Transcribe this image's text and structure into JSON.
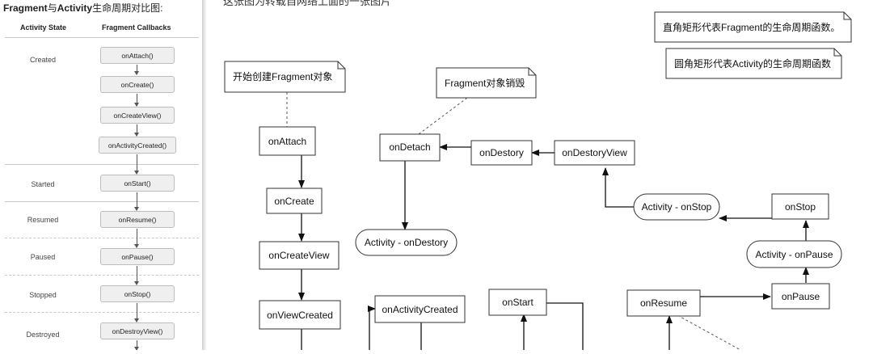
{
  "left_panel": {
    "title_en1": "Fragment",
    "title_zh1": "与",
    "title_en2": "Activity",
    "title_zh2": "生命周期对比图:",
    "col_state": "Activity State",
    "col_callbacks": "Fragment Callbacks",
    "states": [
      "Created",
      "Started",
      "Resumed",
      "Paused",
      "Stopped",
      "Destroyed"
    ],
    "callbacks": [
      "onAttach()",
      "onCreate()",
      "onCreateView()",
      "onActivityCreated()",
      "onStart()",
      "onResume()",
      "onPause()",
      "onStop()",
      "onDestroyView()"
    ]
  },
  "diagram": {
    "top_clipped_text": "这张图为转载自网络上面的一张图片",
    "notes": {
      "rect_legend": "直角矩形代表Fragment的生命周期函数。",
      "round_legend": "圆角矩形代表Activity的生命周期函数",
      "create_note": "开始创建Fragment对象",
      "destroy_note": "Fragment对象销毁"
    },
    "nodes": {
      "onAttach": "onAttach",
      "onCreate": "onCreate",
      "onCreateView": "onCreateView",
      "onViewCreated": "onViewCreated",
      "onActivityCreated": "onActivityCreated",
      "onStart": "onStart",
      "onResume": "onResume",
      "onPause": "onPause",
      "activity_onPause": "Activity - onPause",
      "onStop": "onStop",
      "activity_onStop": "Activity - onStop",
      "onDestoryView": "onDestoryView",
      "onDestory": "onDestory",
      "onDetach": "onDetach",
      "activity_onDestory": "Activity - onDestory"
    }
  }
}
